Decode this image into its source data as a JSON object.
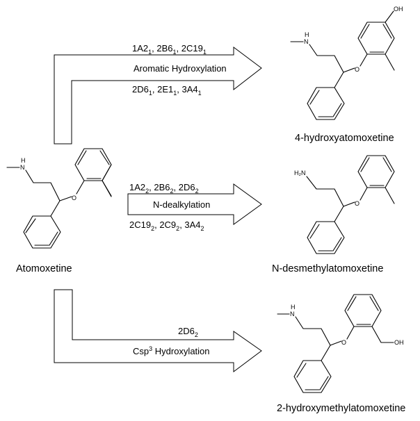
{
  "substrate": {
    "name": "Atomoxetine",
    "atoms": {
      "nh_N": "N",
      "nh_H": "H",
      "o": "O"
    }
  },
  "pathways": [
    {
      "id": "aromatic",
      "enzymes_top": [
        [
          "1A2",
          "1"
        ],
        [
          "2B6",
          "1"
        ],
        [
          "2C19",
          "1"
        ]
      ],
      "reaction": "Aromatic Hydroxylation",
      "enzymes_bottom": [
        [
          "2D6",
          "1"
        ],
        [
          "2E1",
          "1"
        ],
        [
          "3A4",
          "1"
        ]
      ],
      "product": {
        "name": "4-hydroxyatomoxetine",
        "atoms": {
          "nh_N": "N",
          "nh_H": "H",
          "o": "O",
          "oh": "OH"
        }
      }
    },
    {
      "id": "dealkylation",
      "enzymes_top": [
        [
          "1A2",
          "2"
        ],
        [
          "2B6",
          "2"
        ],
        [
          "2D6",
          "2"
        ]
      ],
      "reaction": "N-dealkylation",
      "enzymes_bottom": [
        [
          "2C19",
          "2"
        ],
        [
          "2C9",
          "2"
        ],
        [
          "3A4",
          "2"
        ]
      ],
      "product": {
        "name": "N-desmethylatomoxetine",
        "atoms": {
          "h2n": "H₂N",
          "o": "O"
        }
      }
    },
    {
      "id": "benzylic",
      "enzymes_top": [
        [
          "2D6",
          "2"
        ]
      ],
      "reaction_base": "Csp",
      "reaction_sup": "3",
      "reaction_rest": " Hydroxylation",
      "product": {
        "name": "2-hydroxymethylatomoxetine",
        "atoms": {
          "nh_N": "N",
          "nh_H": "H",
          "o": "O",
          "oh": "OH"
        }
      }
    }
  ]
}
